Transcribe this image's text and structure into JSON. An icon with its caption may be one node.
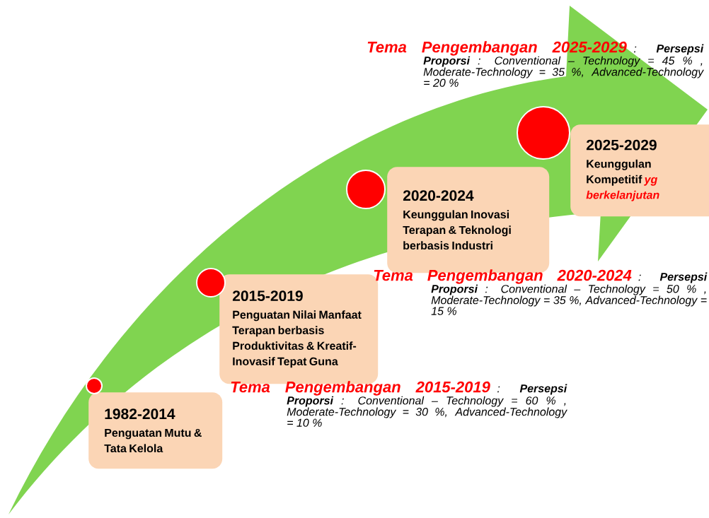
{
  "diagram": {
    "nodes": [
      {
        "text": [
          "1982-2014",
          "Penguatan Mutu & Tata Kelola"
        ]
      },
      {
        "text": [
          "2015-2019",
          "Penguatan Nilai Manfaat Terapan berbasis Produktivitas & Kreatif-Inovasif Tepat Guna"
        ]
      },
      {
        "text": [
          "2020-2024",
          "Keunggulan Inovasi Terapan & Teknologi berbasis Industri"
        ]
      },
      {
        "text": [
          "2025-2029",
          "Keunggulan Kompetitif *yg berkelanjutan*"
        ]
      },
      {
        "text": [],
        "shape": "circle"
      },
      {
        "text": [],
        "shape": "circle"
      },
      {
        "text": [],
        "shape": "circle"
      },
      {
        "text": [],
        "shape": "circle"
      }
    ],
    "labels": [
      "Tema Pengembangan 2025-2029",
      ": **Persepsi Proporsi** : Conventional – Technology = 45 % , Moderate-Technology = 35 %, Advanced-Technology = 20 %",
      "Tema Pengembangan 2020-2024",
      ": **Persepsi Proporsi** : Conventional – Technology = 50 % , Moderate-Technology = 35 %, Advanced-Technology = 15 %",
      "Tema Pengembangan 2015-2019",
      ": **Persepsi Proporsi** : Conventional – Technology = 60 % , Moderate-Technology = 30 %, Advanced-Technology = 10 %"
    ]
  }
}
